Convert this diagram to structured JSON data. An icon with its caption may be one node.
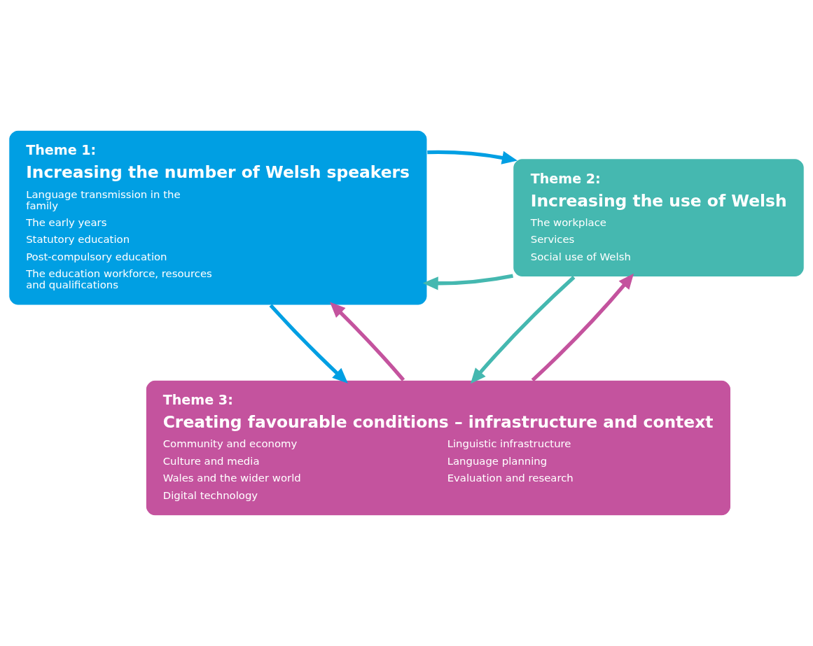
{
  "diagram": {
    "nodes": [
      {
        "text": [
          "Theme 1:",
          "Increasing the number of Welsh speakers",
          "Language transmission in the family",
          "The early years",
          "Statutory education",
          "Post-compulsory education",
          "The education workforce, resources and qualifications"
        ]
      },
      {
        "text": [
          "Theme 2:",
          "Increasing the use of Welsh",
          "The workplace",
          "Services",
          "Social use of Welsh"
        ]
      },
      {
        "text": [
          "Theme 3:",
          "Creating favourable conditions – infrastructure and context",
          "Community and economy",
          "Culture and media",
          "Wales and the wider world",
          "Digital technology",
          "Linguistic infrastructure",
          "Language planning",
          "Evaluation and research"
        ]
      }
    ],
    "edges": [
      {
        "from": 1,
        "to": 0,
        "arrow": "to",
        "color": "#45b8b0"
      },
      {
        "from": 0,
        "to": 1,
        "arrow": "to",
        "color": "#009fe3"
      },
      {
        "from": 0,
        "to": 2,
        "arrow": "to",
        "color": "#009fe3"
      },
      {
        "from": 2,
        "to": 0,
        "arrow": "to",
        "color": "#c4539e"
      },
      {
        "from": 1,
        "to": 2,
        "arrow": "to",
        "color": "#45b8b0"
      },
      {
        "from": 2,
        "to": 1,
        "arrow": "to",
        "color": "#c4539e"
      }
    ]
  }
}
